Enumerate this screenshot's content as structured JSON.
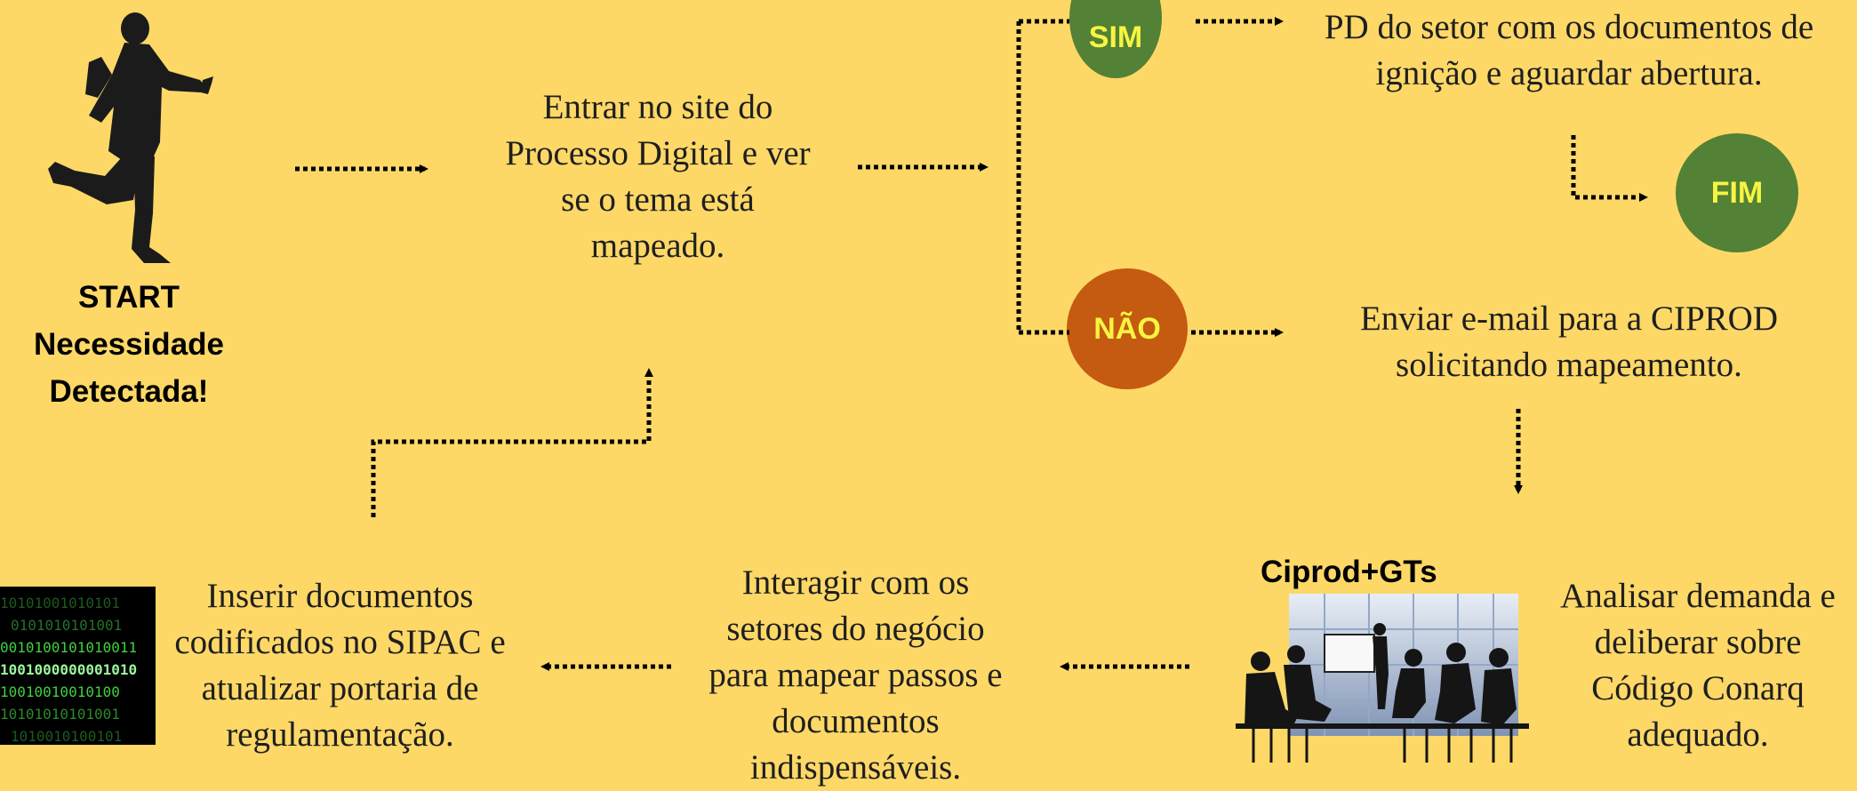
{
  "start": {
    "title": "START",
    "line2": "Necessidade",
    "line3": "Detectada!"
  },
  "steps": {
    "check_site": "Entrar no site do Processo Digital e ver se o tema está mapeado.",
    "sim_action": "PD do setor com os documentos de ignição e aguardar abertura.",
    "nao_action": "Enviar e-mail para a CIPROD solicitando mapeamento.",
    "analyze": "Analisar demanda e deliberar sobre Código Conarq adequado.",
    "interact": "Interagir com os setores do negócio para mapear passos e documentos indispensáveis.",
    "insert": "Inserir documentos codificados no SIPAC e atualizar portaria de regulamentação."
  },
  "decisions": {
    "sim": "SIM",
    "nao": "NÃO",
    "fim": "FIM"
  },
  "meeting_label": "Ciprod+GTs",
  "binary_rows": [
    "10101001010101",
    "0101010101001",
    "0010100101010011",
    "1001000000001010",
    "10010010010100",
    "10101010101001",
    "1010010100101"
  ],
  "colors": {
    "background": "#FDD867",
    "sim": "#538135",
    "nao": "#C55A11",
    "fim": "#538135",
    "circle_text": "#F7F542",
    "binary_green": "#3FD13F"
  }
}
